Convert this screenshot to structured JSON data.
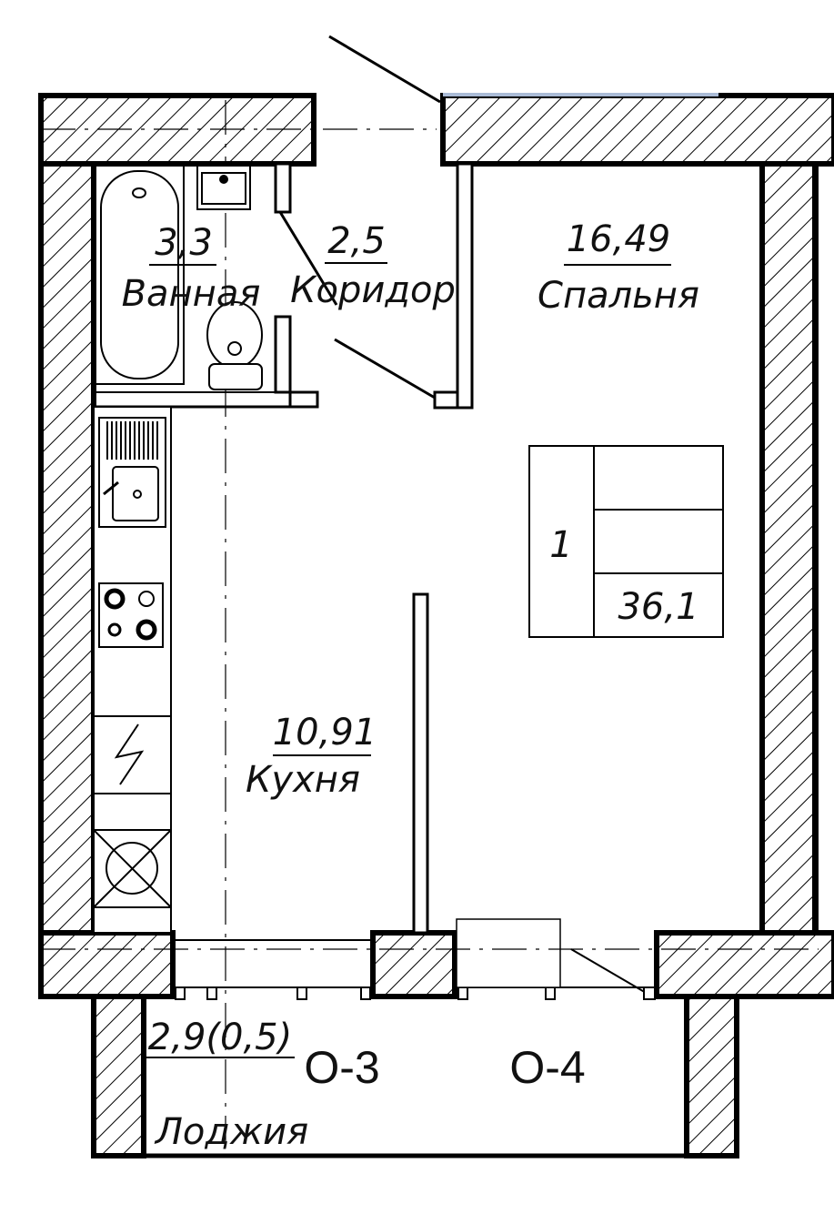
{
  "rooms": {
    "bathroom": {
      "area": "3,3",
      "name": "Ванная"
    },
    "corridor": {
      "area": "2,5",
      "name": "Коридор"
    },
    "bedroom": {
      "area": "16,49",
      "name": "Спальня"
    },
    "kitchen": {
      "area": "10,91",
      "name": "Кухня"
    },
    "loggia": {
      "area": "2,9(0,5)",
      "name": "Лоджия"
    }
  },
  "apartment": {
    "rooms_count": "1",
    "total_area": "36,1"
  },
  "axes": {
    "left": "О-3",
    "right": "О-4"
  },
  "colors": {
    "line": "#000000",
    "window_glass": "#aabbd6",
    "background": "#ffffff"
  },
  "icons": [
    "bathtub-icon",
    "sink-icon",
    "toilet-icon",
    "kitchen-sink-icon",
    "stove-icon",
    "electric-icon",
    "ventilation-icon"
  ]
}
